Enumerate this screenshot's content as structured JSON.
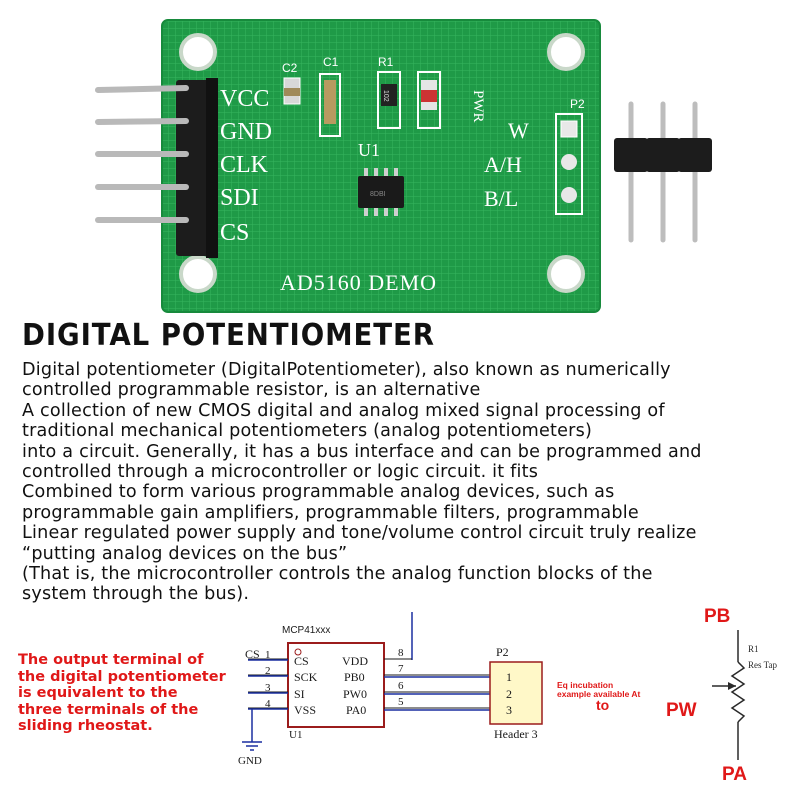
{
  "board": {
    "pins": [
      "VCC",
      "GND",
      "CLK",
      "SDI",
      "CS"
    ],
    "labels": {
      "c2": "C2",
      "c1": "C1",
      "r1": "R1",
      "pwr": "PWR",
      "u1": "U1",
      "p2": "P2",
      "w": "W",
      "ah": "A/H",
      "bl": "B/L",
      "demo": "AD5160 DEMO",
      "r1_code": "102",
      "chip_code": "8DBI"
    }
  },
  "heading": "DIGITAL POTENTIOMETER",
  "description": [
    "Digital potentiometer (DigitalPotentiometer), also known as numerically",
    "controlled programmable resistor, is an alternative",
    "A collection of new CMOS digital and analog mixed signal processing of",
    "traditional mechanical potentiometers (analog potentiometers)",
    "into a circuit. Generally, it has a bus interface and can be programmed and",
    "controlled through a microcontroller or logic circuit. it fits",
    "Combined to form various programmable analog devices, such as",
    "programmable gain amplifiers, programmable filters, programmable",
    "Linear regulated power supply and tone/volume control circuit truly realize",
    "“putting analog devices on the bus”",
    "(That is, the microcontroller controls the analog function blocks of the",
    "system through the bus)."
  ],
  "note": [
    "The output terminal of",
    "the digital potentiometer",
    "is equivalent to the",
    "three terminals of the",
    "sliding rheostat."
  ],
  "schematic": {
    "chip_name": "MCP41xxx",
    "cs_label": "CS",
    "pin_left": [
      "1",
      "2",
      "3",
      "4"
    ],
    "pin_right": [
      "8",
      "7",
      "6",
      "5"
    ],
    "names_left": [
      "CS",
      "SCK",
      "SI",
      "VSS"
    ],
    "names_right": [
      "VDD",
      "PB0",
      "PW0",
      "PA0"
    ],
    "u_label": "U1",
    "gnd_label": "GND",
    "header_name": "P2",
    "header_pins": [
      "1",
      "2",
      "3"
    ],
    "header_label": "Header 3",
    "eq_note_1": "Eq incubation",
    "eq_note_2": "example available At",
    "eq_to": "to"
  },
  "rheostat": {
    "pb": "PB",
    "pw": "PW",
    "pa": "PA",
    "r_label": "R1",
    "tap_label": "Res Tap"
  },
  "colors": {
    "pcb": "#1f9a47",
    "pcb_grid": "#2fb057",
    "silk": "#ffffff",
    "red": "#e01818",
    "wire": "#1a2fa0",
    "chip": "#9b1c1c",
    "header_fill": "#fff8c8"
  }
}
